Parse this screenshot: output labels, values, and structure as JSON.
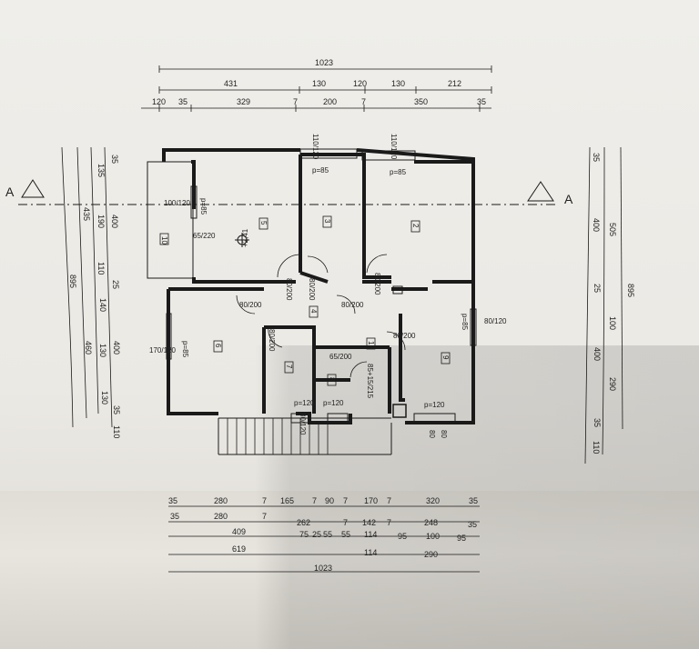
{
  "section_marks": {
    "left": "A",
    "right": "A"
  },
  "top_dims": {
    "overall": "1023",
    "row2": [
      "431",
      "130",
      "120",
      "130",
      "212"
    ],
    "row3": [
      "120",
      "35",
      "329",
      "7",
      "200",
      "7",
      "350",
      "35"
    ]
  },
  "bottom_dims": {
    "row1": [
      "35",
      "280",
      "7",
      "165",
      "7",
      "90",
      "7",
      "170",
      "7",
      "320",
      "35"
    ],
    "row2": [
      "35",
      "280",
      "7",
      "262",
      "7",
      "142",
      "7",
      "248",
      "35"
    ],
    "row3": [
      "409",
      "75",
      "25",
      "55",
      "55",
      "114",
      "95",
      "100",
      "95"
    ],
    "row4": [
      "619",
      "114",
      "290"
    ],
    "overall": "1023"
  },
  "left_dims": [
    "35",
    "135",
    "435",
    "190",
    "400",
    "110",
    "895",
    "25",
    "140",
    "460",
    "130",
    "400",
    "130",
    "35",
    "110"
  ],
  "right_dims": [
    "35",
    "400",
    "505",
    "25",
    "895",
    "100",
    "400",
    "290",
    "35",
    "110"
  ],
  "rooms": [
    "10",
    "5",
    "3",
    "2",
    "4",
    "1",
    "6",
    "7",
    "8",
    "9"
  ],
  "window_labels": [
    "110/120",
    "110/120",
    "p=85",
    "p=85",
    "100/120",
    "p=85",
    "65/220",
    "80/200",
    "80/200",
    "80/200",
    "80/200",
    "80/200",
    "80/200",
    "65/200",
    "80/200",
    "80/120",
    "p=85",
    "170/120",
    "p=85",
    "p=120",
    "p=120",
    "p=120",
    "85+15/215",
    "80",
    "80",
    "+2,41",
    "80/120"
  ],
  "colors": {
    "ink": "#1a1a1a",
    "paper": "#ecebe6"
  }
}
